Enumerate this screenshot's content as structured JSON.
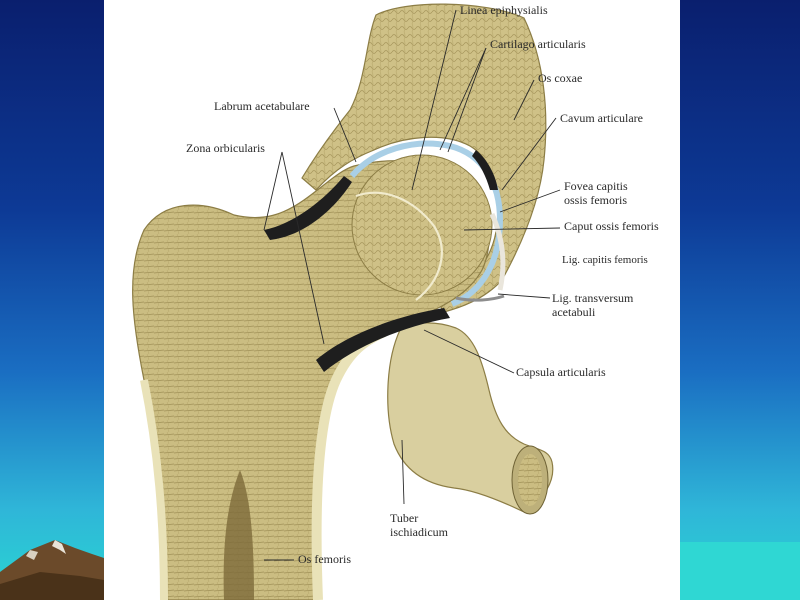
{
  "diagram": {
    "labels": {
      "linea_epiphysialis": "Linea epiphysialis",
      "cartilago_articularis": "Cartilago articularis",
      "os_coxae": "Os coxae",
      "labrum_acetabulare": "Labrum acetabulare",
      "cavum_articulare": "Cavum articulare",
      "zona_orbicularis": "Zona orbicularis",
      "fovea_capitis_1": "Fovea capitis",
      "fovea_capitis_2": "ossis femoris",
      "caput_ossis_femoris": "Caput ossis femoris",
      "lig_capitis_femoris": "Lig. capitis femoris",
      "lig_transversum_1": "Lig. transversum",
      "lig_transversum_2": "acetabuli",
      "capsula_articularis": "Capsula articularis",
      "tuber_1": "Tuber",
      "tuber_2": "ischiadicum",
      "os_femoris": "Os femoris"
    },
    "colors": {
      "bone": "#cfc187",
      "bone_dark": "#a8985e",
      "cartilage": "#a9cfe6",
      "capsule": "#1e1e1e",
      "background_top": "#0a1f6e",
      "background_bottom": "#29d6d2"
    }
  }
}
